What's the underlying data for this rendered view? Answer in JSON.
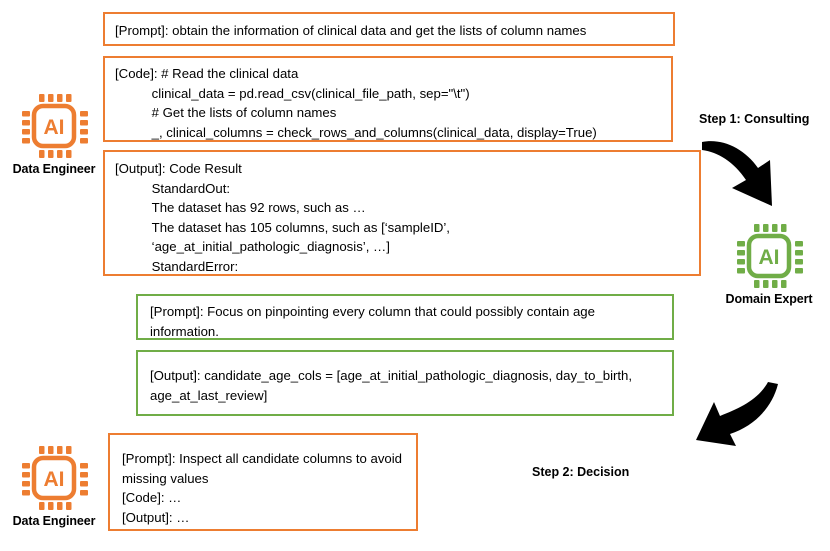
{
  "agents": [
    {
      "id": "data-engineer-top",
      "label": "Data Engineer",
      "icon": "ai-chip-icon",
      "color": "#ED7D31"
    },
    {
      "id": "domain-expert",
      "label": "Domain Expert",
      "icon": "ai-chip-icon",
      "color": "#70AD47"
    },
    {
      "id": "data-engineer-bottom",
      "label": "Data Engineer",
      "icon": "ai-chip-icon",
      "color": "#ED7D31"
    }
  ],
  "steps": [
    {
      "id": "step-1",
      "label": "Step 1: Consulting"
    },
    {
      "id": "step-2",
      "label": "Step 2: Decision"
    }
  ],
  "arrows": [
    {
      "id": "arrow-down-right",
      "direction": "down-right",
      "color": "#000000"
    },
    {
      "id": "arrow-down-left",
      "direction": "down-left",
      "color": "#000000"
    }
  ],
  "messages": {
    "engineer_prompt_1": "[Prompt]: obtain the information of clinical data and get the lists of column names",
    "engineer_code_1": "[Code]: # Read the clinical data\n          clinical_data = pd.read_csv(clinical_file_path, sep=\"\\t\")\n          # Get the lists of column names\n          _, clinical_columns = check_rows_and_columns(clinical_data, display=True)",
    "engineer_output_1": "[Output]: Code Result\n          StandardOut:\n          The dataset has 92 rows, such as …\n          The dataset has 105 columns, such as [‘sampleID’,\n          ‘age_at_initial_pathologic_diagnosis’, …]\n          StandardError:",
    "expert_prompt_1": "[Prompt]: Focus on pinpointing every column that could possibly contain age information.",
    "expert_output_1": "[Output]: candidate_age_cols = [age_at_initial_pathologic_diagnosis, day_to_birth, age_at_last_review]",
    "engineer_prompt_2": "[Prompt]: Inspect all candidate columns to avoid missing values\n[Code]: …\n[Output]: …"
  },
  "colors": {
    "orange": "#ED7D31",
    "green": "#70AD47",
    "text": "#000000",
    "background": "#ffffff"
  }
}
